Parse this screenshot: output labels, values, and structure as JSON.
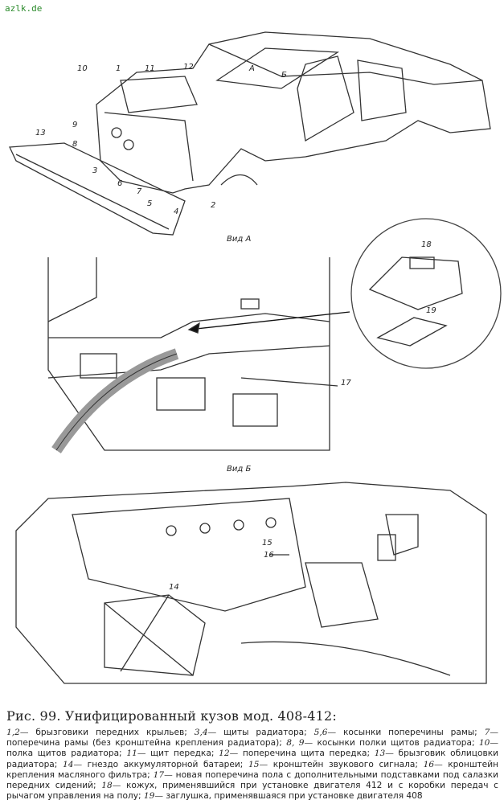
{
  "site": "azlk.de",
  "figure": {
    "view_labels": {
      "a": "Вид А",
      "b": "Вид Б"
    },
    "arrow_labels": {
      "a": "А",
      "b": "Б"
    },
    "callouts": [
      "1",
      "2",
      "3",
      "4",
      "5",
      "6",
      "7",
      "8",
      "9",
      "10",
      "11",
      "12",
      "13",
      "14",
      "15",
      "16",
      "17",
      "18",
      "19"
    ]
  },
  "caption": {
    "title": "Рис. 99. Унифицированный кузов мод. 408-412:",
    "items": [
      {
        "num": "1,2—",
        "text": " брызговики передних крыльев; "
      },
      {
        "num": "3,4—",
        "text": " щиты радиатора; "
      },
      {
        "num": "5,6—",
        "text": " косынки поперечины рамы; "
      },
      {
        "num": "7—",
        "text": " поперечина рамы (без кронштейна крепления радиатора); "
      },
      {
        "num": "8, 9—",
        "text": " косынки полки щитов радиатора; "
      },
      {
        "num": "10—",
        "text": " полка щитов радиатора; "
      },
      {
        "num": "11—",
        "text": " щит передка; "
      },
      {
        "num": "12—",
        "text": " поперечина щита передка; "
      },
      {
        "num": "13—",
        "text": " брызговик облицовки радиатора; "
      },
      {
        "num": "14—",
        "text": " гнездо аккумуляторной батареи; "
      },
      {
        "num": "15—",
        "text": " кронштейн звукового сигнала; "
      },
      {
        "num": "16—",
        "text": " кронштейн крепления масляного фильтра; "
      },
      {
        "num": "17—",
        "text": " новая поперечина пола с дополнительными подставками под салазки передних сидений; "
      },
      {
        "num": "18—",
        "text": " кожух, применявшийся при установке двигателя 412 и с коробки передач с рычагом управления на полу; "
      },
      {
        "num": "19—",
        "text": " заглушка, применявшаяся при установке двигателя 408"
      }
    ]
  }
}
